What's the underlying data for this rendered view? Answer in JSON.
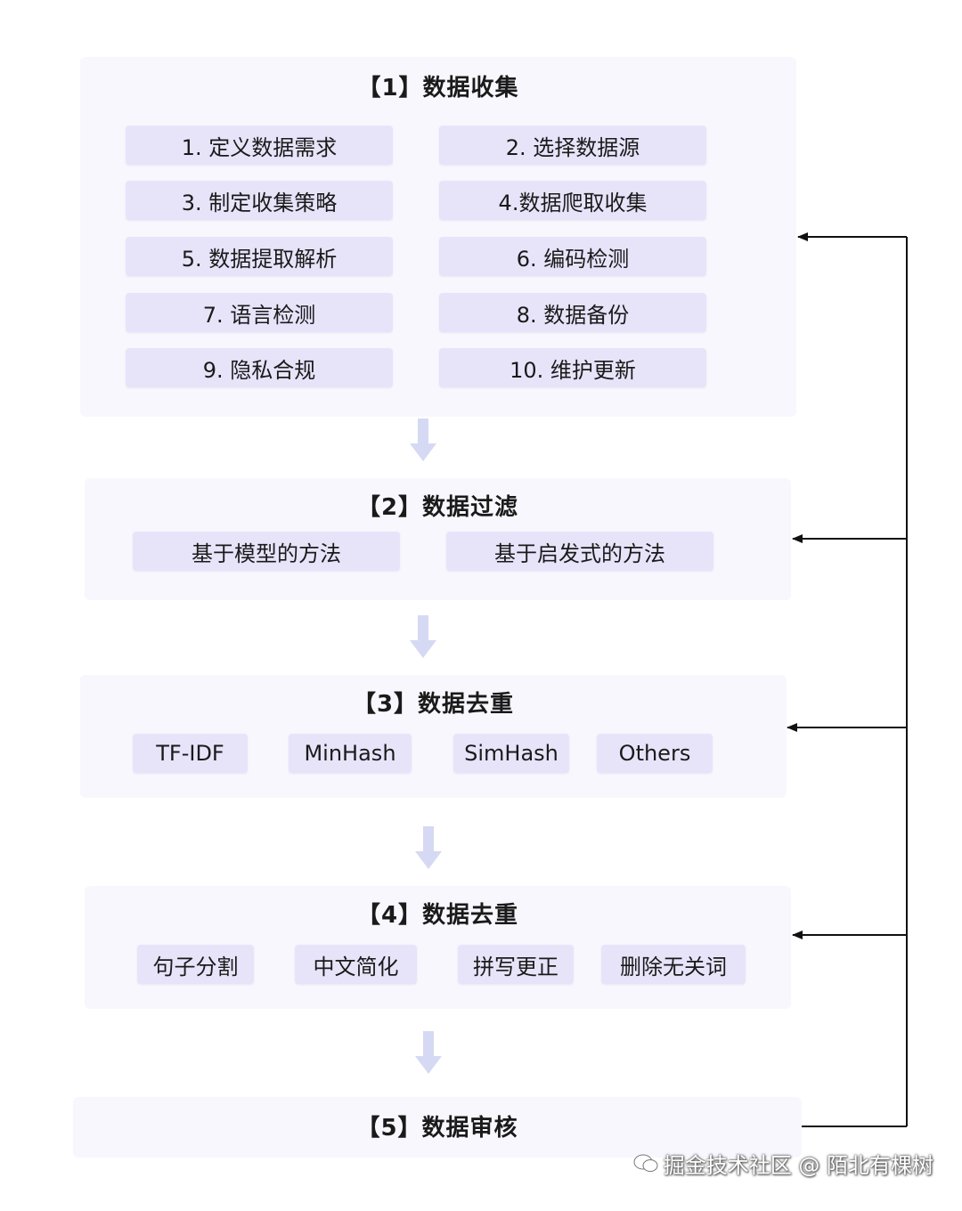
{
  "stages": [
    {
      "title": "【1】数据收集",
      "items": [
        "1. 定义数据需求",
        "2. 选择数据源",
        "3. 制定收集策略",
        "4.数据爬取收集",
        "5. 数据提取解析",
        "6. 编码检测",
        "7. 语言检测",
        "8. 数据备份",
        "9. 隐私合规",
        "10. 维护更新"
      ]
    },
    {
      "title": "【2】数据过滤",
      "items": [
        "基于模型的方法",
        "基于启发式的方法"
      ]
    },
    {
      "title": "【3】数据去重",
      "items": [
        "TF-IDF",
        "MinHash",
        "SimHash",
        "Others"
      ]
    },
    {
      "title": "【4】数据去重",
      "items": [
        "句子分割",
        "中文简化",
        "拼写更正",
        "删除无关词"
      ]
    },
    {
      "title": "【5】数据审核",
      "items": []
    }
  ],
  "watermark": {
    "text": "掘金技术社区 @ 陌北有棵树",
    "icon": "wechat-icon"
  },
  "colors": {
    "panel": "#f8f7fd",
    "chip": "#e7e4fa",
    "flow_arrow": "#d6d9f3",
    "connector": "#111111"
  }
}
